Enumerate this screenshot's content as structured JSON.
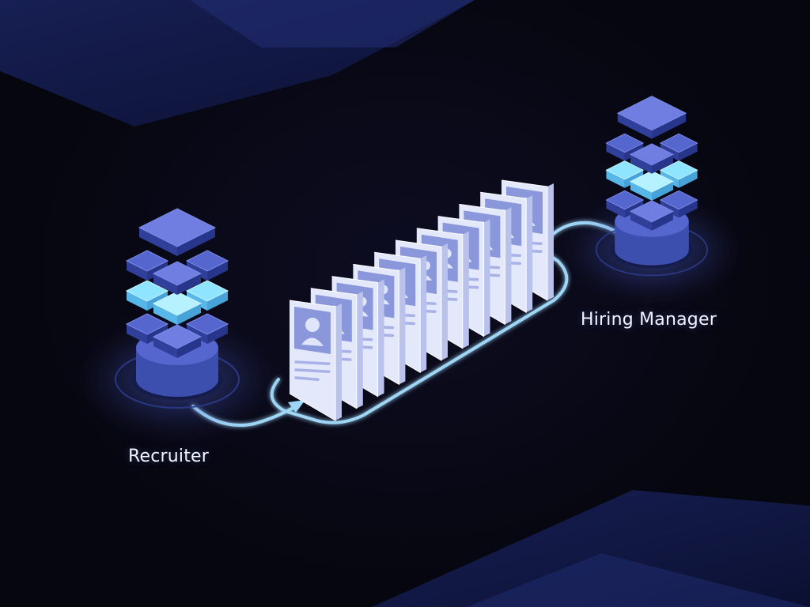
{
  "nodes": {
    "recruiter": {
      "label": "Recruiter"
    },
    "hiring_manager": {
      "label": "Hiring Manager"
    }
  },
  "pipeline": {
    "card_count": 11,
    "card_icons": [
      "person",
      "person",
      "person-group",
      "person-group",
      "person",
      "person-group",
      "person-group",
      "person",
      "person",
      "person",
      "person"
    ]
  },
  "colors": {
    "background": "#06060f",
    "server_dark": "#3d4fae",
    "server_mid": "#5566cf",
    "server_top": "#6f7ee0",
    "server_glow": "#8fe4ff",
    "connector": "#9fd6f5",
    "card_face": "#e3e8fa",
    "card_edge": "#b9c2ec",
    "avatar_bg": "#8a97da",
    "avatar_fg": "#dfe5fb",
    "corner_shape": "#1c2766"
  },
  "icons": [
    "arrow-icon",
    "server-stack-icon",
    "profile-card-icon"
  ]
}
